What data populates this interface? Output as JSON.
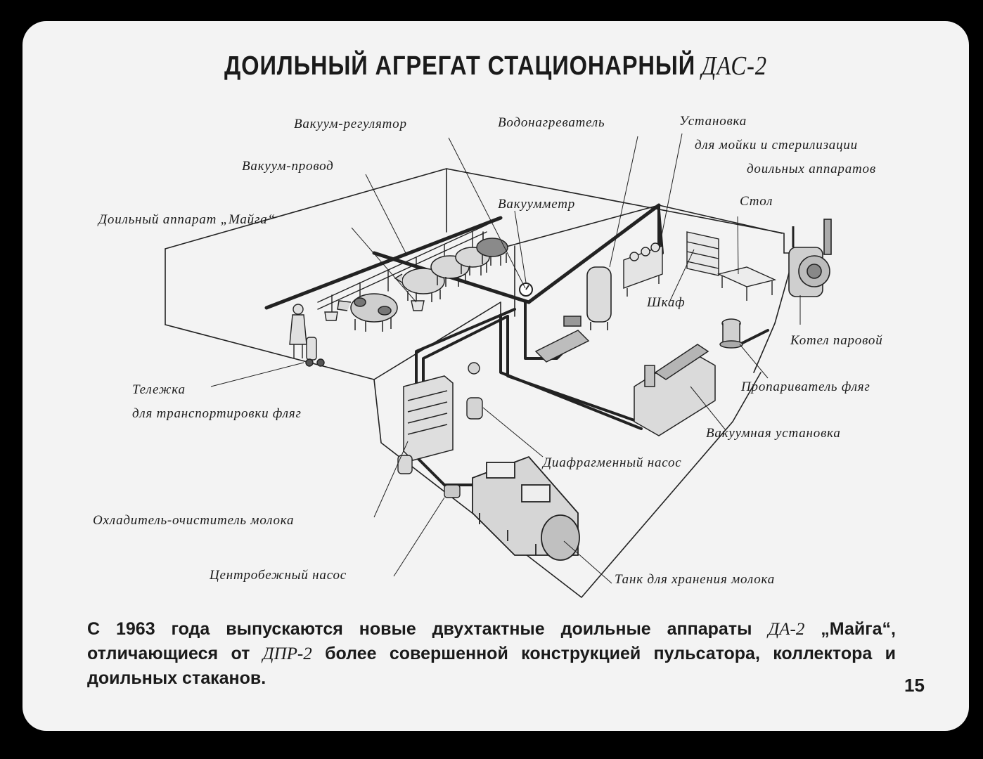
{
  "title": {
    "main": "ДОИЛЬНЫЙ АГРЕГАТ СТАЦИОНАРНЫЙ",
    "model": "ДАС-2"
  },
  "labels": {
    "vacuum_regulator": "Вакуум-регулятор",
    "water_heater": "Водонагреватель",
    "wash_unit_line1": "Установка",
    "wash_unit_line2": "для мойки и стерилизации",
    "wash_unit_line3": "доильных аппаратов",
    "vacuum_line": "Вакуум-провод",
    "milking_machine": "Доильный аппарат „Майга“",
    "vacuum_gauge": "Вакуумметр",
    "table": "Стол",
    "cabinet": "Шкаф",
    "steam_boiler": "Котел паровой",
    "cart_line1": "Тележка",
    "cart_line2": "для транспортировки фляг",
    "can_steamer": "Пропариватель фляг",
    "vacuum_unit": "Вакуумная установка",
    "diaphragm_pump": "Диафрагменный насос",
    "milk_cooler": "Охладитель-очиститель молока",
    "centrifugal_pump": "Центробежный насос",
    "milk_tank": "Танк для хранения молока"
  },
  "caption": {
    "p1": "С 1963 года выпускаются новые двухтактные доильные аппараты ",
    "m1": "ДА-2",
    "p2": " „Майга“, отличающиеся от ",
    "m2": "ДПР-2",
    "p3": " более совершенной конструкцией пульсатора, коллектора и доильных стаканов."
  },
  "page_number": "15",
  "colors": {
    "background": "#000000",
    "slide": "#f3f3f3",
    "ink": "#1a1a1a"
  }
}
